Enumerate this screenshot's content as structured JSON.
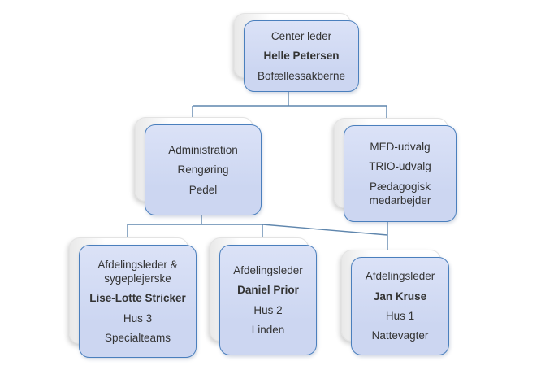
{
  "diagram": {
    "type": "org-chart",
    "title": "",
    "colors": {
      "background": "#ffffff",
      "box_fill": "#ccd6f1",
      "box_fill_light": "#dbe2f7",
      "box_border": "#4a7fbd",
      "back_card_border": "#e3e3e3",
      "connector": "#5f86ad",
      "text": "#333333"
    },
    "nodes": {
      "center_leder": {
        "line1": "Center leder",
        "line2": "Helle Petersen",
        "line3": "Bofællessakberne"
      },
      "administration": {
        "line1": "Administration",
        "line2": "Rengøring",
        "line3": "Pedel"
      },
      "udvalg": {
        "line1": "MED-udvalg",
        "line2": "TRIO-udvalg",
        "line3": "Pædagogisk medarbejder"
      },
      "hus3": {
        "line1": "Afdelingsleder & sygeplejerske",
        "line2": "Lise-Lotte Stricker",
        "line3": "Hus 3",
        "line4": "Specialteams"
      },
      "hus2": {
        "line1": "Afdelingsleder",
        "line2": "Daniel Prior",
        "line3": "Hus 2",
        "line4": "Linden"
      },
      "hus1": {
        "line1": "Afdelingsleder",
        "line2": "Jan Kruse",
        "line3": "Hus 1",
        "line4": "Nattevagter"
      }
    }
  }
}
